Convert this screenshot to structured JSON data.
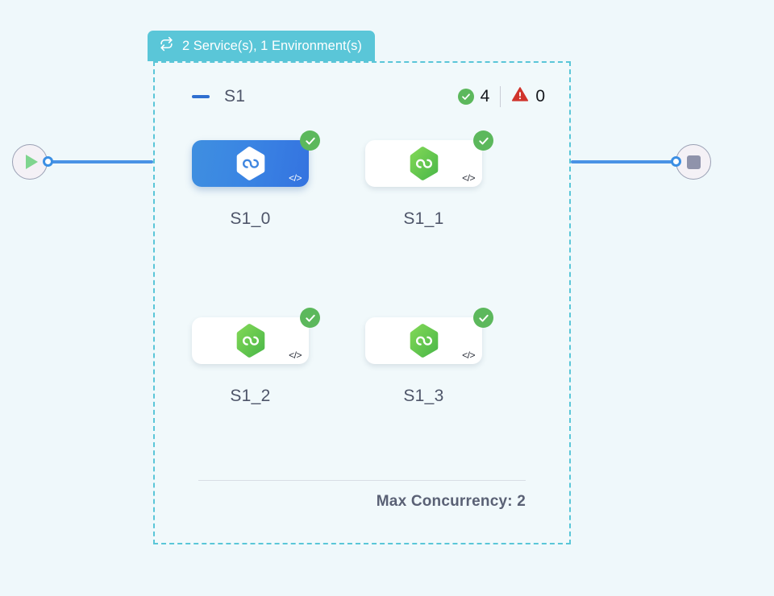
{
  "canvas": {
    "background_color": "#eff8fb"
  },
  "start_node": {
    "icon": "play-icon",
    "port": "output-port"
  },
  "end_node": {
    "icon": "stop-icon",
    "port": "input-port"
  },
  "group": {
    "header": {
      "icon": "loop-icon",
      "label": "2 Service(s), 1 Environment(s)",
      "color": "#5ac6d8"
    },
    "border_color": "#5ac6d8",
    "stage": {
      "collapse_icon": "minus-icon",
      "name": "S1",
      "counters": [
        {
          "icon": "check-circle-icon",
          "value": "4",
          "color": "#5cb85c"
        },
        {
          "icon": "warning-triangle-icon",
          "value": "0",
          "color": "#d0342c"
        }
      ]
    },
    "nodes": [
      {
        "label": "S1_0",
        "icon": "hexagon-infinity-icon",
        "status_icon": "check-circle-icon",
        "code_icon": "code-tag-icon",
        "selected": true
      },
      {
        "label": "S1_1",
        "icon": "hexagon-infinity-icon",
        "status_icon": "check-circle-icon",
        "code_icon": "code-tag-icon",
        "selected": false
      },
      {
        "label": "S1_2",
        "icon": "hexagon-infinity-icon",
        "status_icon": "check-circle-icon",
        "code_icon": "code-tag-icon",
        "selected": false
      },
      {
        "label": "S1_3",
        "icon": "hexagon-infinity-icon",
        "status_icon": "check-circle-icon",
        "code_icon": "code-tag-icon",
        "selected": false
      }
    ],
    "footer": {
      "text": "Max Concurrency: 2"
    }
  }
}
